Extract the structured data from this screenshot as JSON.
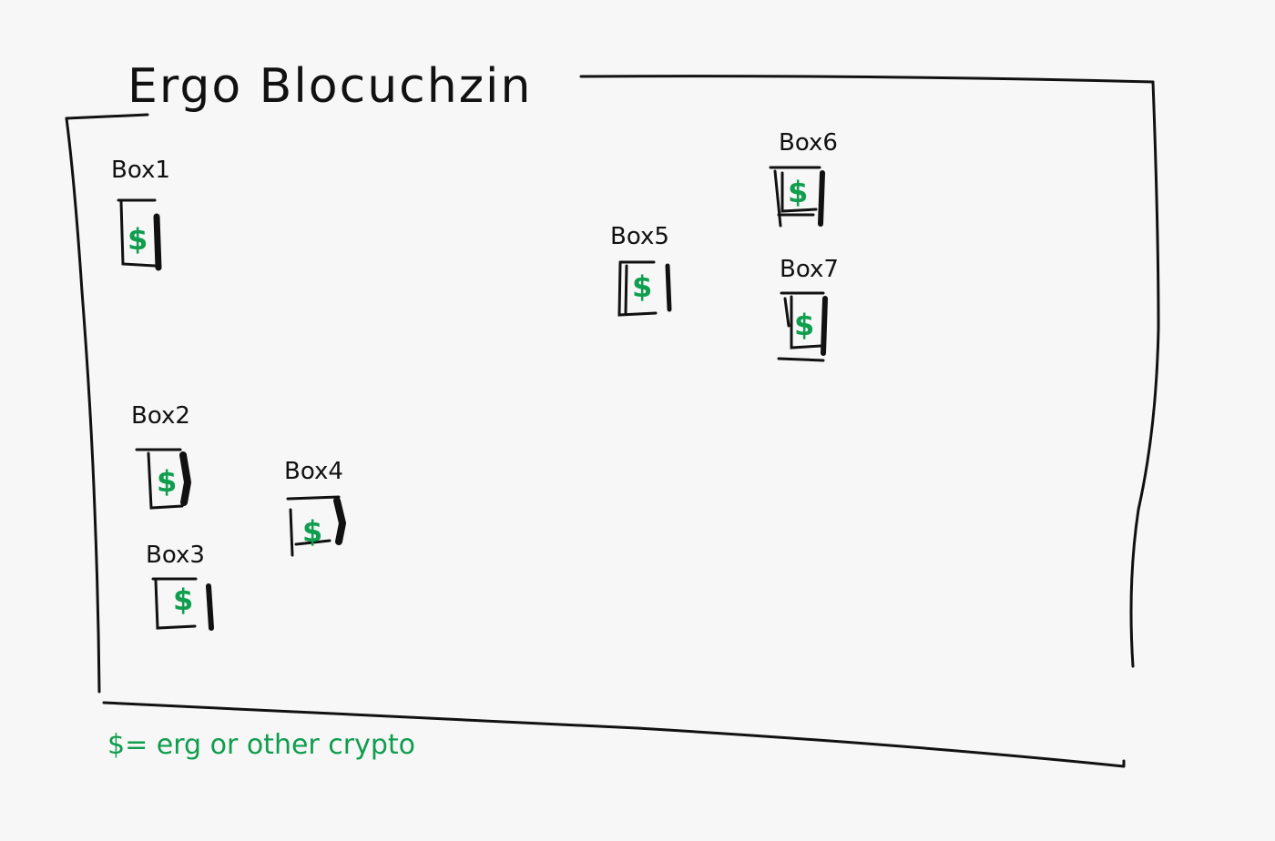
{
  "title": "Ergo Blocuchzin",
  "legend": "$= erg or other crypto",
  "box_symbol": "$",
  "colors": {
    "ink": "#111111",
    "green": "#0f9d4e",
    "background": "#f7f7f7"
  },
  "boxes": [
    {
      "id": "box1",
      "label": "Box1"
    },
    {
      "id": "box2",
      "label": "Box2"
    },
    {
      "id": "box3",
      "label": "Box3"
    },
    {
      "id": "box4",
      "label": "Box4"
    },
    {
      "id": "box5",
      "label": "Box5"
    },
    {
      "id": "box6",
      "label": "Box6"
    },
    {
      "id": "box7",
      "label": "Box7"
    }
  ]
}
